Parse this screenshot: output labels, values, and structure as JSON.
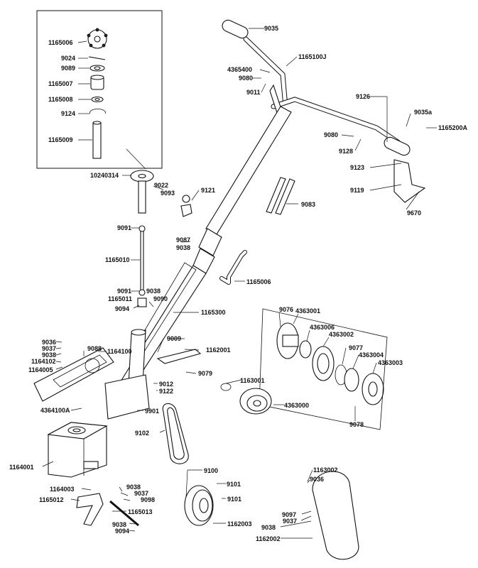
{
  "labels": {
    "p9035": "9035",
    "p1165100J": "1165100J",
    "p4365400": "4365400",
    "p9080a": "9080",
    "p9011": "9011",
    "p9126": "9126",
    "p9035a": "9035a",
    "p1165200A": "1165200A",
    "p9080b": "9080",
    "p9128": "9128",
    "p9123": "9123",
    "p9119": "9119",
    "p9670": "9670",
    "p1165006a": "1165006",
    "p9024": "9024",
    "p9089": "9089",
    "p1165007": "1165007",
    "p1165008": "1165008",
    "p9124": "9124",
    "p1165009": "1165009",
    "p10240314": "10240314",
    "p9022": "9022",
    "p9093": "9093",
    "p9121": "9121",
    "p9083": "9083",
    "p9091a": "9091",
    "p9087": "9087",
    "p9038a": "9038",
    "p1165010": "1165010",
    "p1165006b": "1165006",
    "p9091b": "9091",
    "p9038b": "9038",
    "p1165011": "1165011",
    "p9090": "9090",
    "p9094a": "9094",
    "p1165300": "1165300",
    "p9076": "9076",
    "p4363001": "4363001",
    "p4363006": "4363006",
    "p4363002": "4363002",
    "p9077": "9077",
    "p4363004": "4363004",
    "p4363003": "4363003",
    "p9036a": "9036",
    "p9037a": "9037",
    "p9038c": "9038",
    "p1164102": "1164102",
    "p1164005": "1164005",
    "p9088": "9088",
    "p1164100": "1164100",
    "p9009": "9009",
    "p1162001": "1162001",
    "p9079": "9079",
    "p9012": "9012",
    "p9122": "9122",
    "p1163001": "1163001",
    "p4363000": "4363000",
    "p9078": "9078",
    "p4364100A": "4364100A",
    "p9901": "9901",
    "p9102": "9102",
    "p1164001": "1164001",
    "p9100": "9100",
    "p9101a": "9101",
    "p9101b": "9101",
    "p1164003": "1164003",
    "p1165012": "1165012",
    "p9038d": "9038",
    "p9037b": "9037",
    "p9098": "9098",
    "p1165013": "1165013",
    "p9038e": "9038",
    "p9094b": "9094",
    "p1162003": "1162003",
    "p1163002": "1163002",
    "p9036b": "9036",
    "p9097": "9097",
    "p9037c": "9037",
    "p9038f": "9038",
    "p1162002": "1162002"
  }
}
